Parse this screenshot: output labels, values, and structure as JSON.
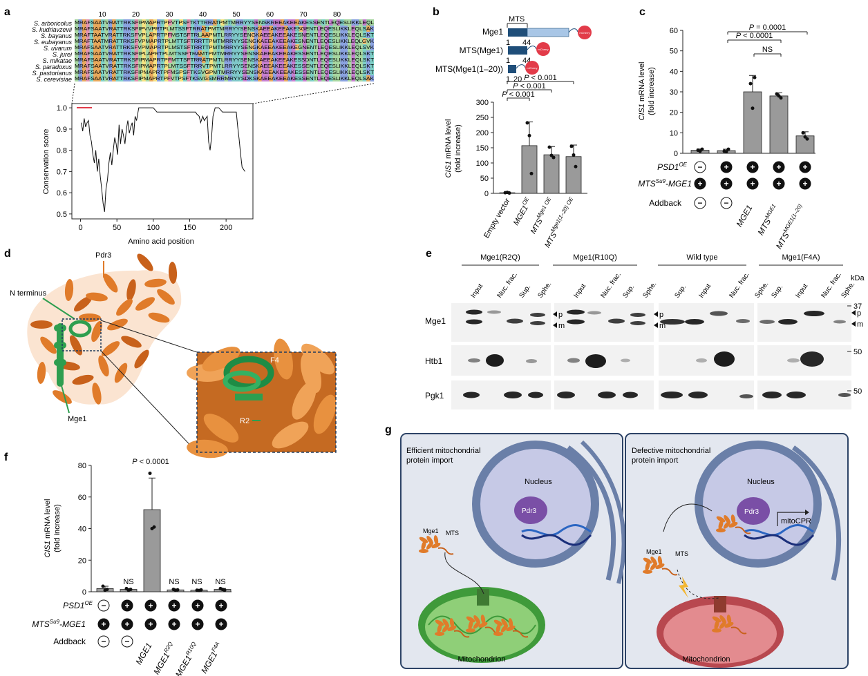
{
  "panels": {
    "a": "a",
    "b": "b",
    "c": "c",
    "d": "d",
    "e": "e",
    "f": "f",
    "g": "g"
  },
  "panel_a": {
    "species": [
      "S. arboricolus",
      "S. kudriavzevii",
      "S. bayanus",
      "S. eubayanus",
      "S. uvarum",
      "S. jurei",
      "S. mikatae",
      "S. paradoxus",
      "S. pastorianus",
      "S. cerevisiae"
    ],
    "sequences": [
      "MRAFSAATVRATTRKSFIPMAPRTPFVTPSFTKTTRRATPMTMRRYYSENSKREEAKEEAKESSENTLEQESLIKKLEQLSKTKTE",
      "MRAFSAATVRATTRKSFIPVVPRTPLMTSSFTRRATPMTMRRYYSENSKAEEAKEEAKESGENTLEQESLIKKLEQLSAKQKE",
      "MRAFTAATVRATTRKSFVPLAPRTPFMSTSFTRLAAPMTLRRYYSENGKAEEAKEEAKESNENTLEQESLIKKLEQLSKTKTE",
      "MRAFTAATMRATTRKSFVPMAPRTPLMTTSFTRRTTPMTMRRYYSENGKAEEAKEEAKESNENTLEQESLIKKLEQLGVKTKE",
      "MRAFSAATVRATTRKSFVPMAPRTPLMSTSFTRRTTPMTMRRYYSENGKAEEAKEEAKEGNENTLEQESLIKKLEQLSVKTKE",
      "MRAFSAATVRATTRKSFIPLAPRTPLMTSSFTRAMTPMTMRRYYSENSKAEEAKEEAKESSENTLEQESLIKKLEQLSKTKTE",
      "MRAFSAATVRATTRKSFIPMAPRTPFMTTSFTRRATPMTLRRYYSENSKAEEAKEEAKESSDNTLEQESLIKKLEQLSKTKTE",
      "MRAFSAATVRATTRKSFIPMAPRTPLMTSSFTRRVTPMTLRRYYSENSKAEEAKEEAKESSENTLEQESLIKKLEQLSKTKTE",
      "MRAFSAATVRATTRKSFIPMAPRTPFMSPSFTKSVGPMTMRRYYSENSKAEEAKEEAKESSENTLEQESLIKKLEQLSKTKTE",
      "MRAFSAATVRATTRKSFIPMAPRTPFVTPSFTKSVGSMRRMRYYSDKSKAEEAKEEAKESSENTLEQESLIKKLEQLSAKTKE"
    ],
    "ruler": [
      "10",
      "20",
      "30",
      "40",
      "50",
      "60",
      "70",
      "80"
    ],
    "chart_data": {
      "type": "line",
      "xlabel": "Amino acid position",
      "ylabel": "Conservation score",
      "xticks": [
        "0",
        "50",
        "100",
        "150",
        "200"
      ],
      "yticks": [
        "0.5",
        "0.6",
        "0.7",
        "0.8",
        "0.9",
        "1.0"
      ],
      "xlim": [
        -10,
        235
      ],
      "ylim": [
        0.48,
        1.02
      ],
      "x": [
        1,
        3,
        5,
        7,
        9,
        11,
        13,
        15,
        17,
        19,
        21,
        23,
        25,
        27,
        29,
        31,
        33,
        35,
        37,
        39,
        41,
        43,
        45,
        47,
        49,
        51,
        53,
        55,
        57,
        59,
        61,
        63,
        65,
        67,
        69,
        71,
        73,
        75,
        77,
        80,
        82,
        85,
        90,
        95,
        100,
        105,
        110,
        115,
        120,
        125,
        130,
        135,
        140,
        145,
        150,
        155,
        158,
        160,
        163,
        165,
        168,
        170,
        172,
        174,
        176,
        178,
        180,
        182,
        185,
        190,
        195,
        200,
        205,
        210,
        212,
        214,
        216,
        218,
        220,
        222,
        224,
        226
      ],
      "y": [
        0.93,
        0.89,
        0.95,
        0.91,
        0.93,
        0.94,
        0.87,
        0.84,
        0.78,
        0.74,
        0.8,
        0.7,
        0.76,
        0.68,
        0.62,
        0.55,
        0.51,
        0.62,
        0.66,
        0.74,
        0.79,
        0.73,
        0.8,
        0.86,
        0.83,
        0.78,
        0.92,
        0.83,
        0.9,
        0.87,
        0.83,
        0.9,
        0.94,
        0.88,
        0.91,
        0.93,
        0.87,
        0.96,
        0.94,
        1.0,
        1.0,
        1.0,
        1.0,
        1.0,
        1.0,
        0.98,
        0.98,
        0.98,
        0.98,
        0.98,
        0.98,
        0.98,
        0.98,
        0.98,
        0.98,
        0.98,
        0.98,
        0.97,
        0.96,
        0.93,
        0.96,
        0.94,
        0.95,
        0.96,
        0.84,
        0.8,
        0.86,
        0.96,
        1.0,
        1.0,
        0.98,
        0.98,
        0.98,
        0.98,
        0.98,
        0.98,
        0.91,
        0.85,
        0.78,
        0.72,
        0.71,
        0.7
      ]
    }
  },
  "panel_b": {
    "constructs": [
      "Mge1",
      "MTS(Mge1)",
      "MTS(Mge1(1–20))"
    ],
    "mts_label": "MTS",
    "tag": "mCherry",
    "nums": {
      "a1": "1",
      "a44": "44",
      "b1": "1",
      "b44": "44",
      "c1": "1",
      "c20": "20"
    },
    "chart_data": {
      "type": "bar",
      "categories": [
        "Empty vector",
        "MGE1 OE",
        "MTS Mge1 OE",
        "MTS Mge1(1–20) OE"
      ],
      "values": [
        2,
        157,
        127,
        121
      ],
      "errors": [
        1,
        78,
        27,
        38
      ],
      "points": [
        [
          2,
          3,
          1
        ],
        [
          232,
          190,
          65
        ],
        [
          152,
          125,
          118
        ],
        [
          155,
          126,
          88
        ]
      ],
      "ylabel": "CIS1 mRNA level (fold increase)",
      "yticks": [
        "0",
        "50",
        "100",
        "150",
        "200",
        "250",
        "300"
      ],
      "ylim": [
        0,
        300
      ],
      "pvalues": [
        "P < 0.001",
        "P < 0.001",
        "P < 0.001"
      ]
    },
    "xlabels": [
      "Empty vector",
      "MGE1",
      "MTS",
      "MTS"
    ],
    "xsup": {
      "mge1": "OE",
      "mts1": "Mge1 OE",
      "mts2": "Mge1(1–20) OE"
    }
  },
  "panel_c": {
    "chart_data": {
      "type": "bar",
      "categories": [
        "1",
        "2",
        "3",
        "4",
        "5"
      ],
      "values": [
        1.5,
        1.3,
        30,
        28,
        8.5
      ],
      "errors": [
        0.6,
        0.7,
        8,
        1.5,
        2
      ],
      "points": [
        [
          1.5,
          1.0,
          2.0
        ],
        [
          1.0,
          0.8,
          2.0
        ],
        [
          34,
          22,
          37
        ],
        [
          29,
          28,
          27
        ],
        [
          10,
          8,
          7
        ]
      ],
      "ylabel": "CIS1 mRNA level (fold increase)",
      "yticks": [
        "0",
        "10",
        "20",
        "30",
        "40",
        "50",
        "60"
      ],
      "ylim": [
        0,
        60
      ],
      "pvalues": [
        "P = 0.0001",
        "P < 0.0001",
        "NS"
      ]
    },
    "row_labels": {
      "psd1": "PSD1",
      "psd1_sup": "OE",
      "mts": "MTS",
      "mts_sup": "Su9",
      "mts_rest": "-MGE1",
      "addback": "Addback"
    },
    "psd1_signs": [
      "−",
      "+",
      "+",
      "+",
      "+"
    ],
    "mts_signs": [
      "+",
      "+",
      "+",
      "+",
      "+"
    ],
    "addback_signs": [
      "−",
      "−"
    ],
    "addback_labels": [
      "MGE1",
      "MTS",
      "MTS"
    ],
    "addback_sups": [
      "MGE1",
      "MGE1(1–20)"
    ]
  },
  "panel_d": {
    "labels": {
      "pdr3": "Pdr3",
      "nterm": "N terminus",
      "mge1": "Mge1",
      "f4": "F4",
      "r2": "R2"
    }
  },
  "panel_e": {
    "groups": [
      "Mge1(R2Q)",
      "Mge1(R10Q)",
      "Wild type",
      "Mge1(F4A)"
    ],
    "lanes": [
      [
        "Input",
        "Nuc. frac.",
        "Sup.",
        "Sphe."
      ],
      [
        "Input",
        "Nuc. frac.",
        "Sup.",
        "Sphe."
      ],
      [
        "Sup.",
        "Input",
        "Nuc. frac.",
        "Sphe."
      ],
      [
        "Sup.",
        "Input",
        "Nuc. frac.",
        "Sphe."
      ]
    ],
    "rows": [
      "Mge1",
      "Htb1",
      "Pgk1"
    ],
    "kda": "kDa",
    "markers": [
      "37",
      "50",
      "50"
    ],
    "p": "p",
    "m": "m"
  },
  "panel_f": {
    "chart_data": {
      "type": "bar",
      "categories": [
        "1",
        "2",
        "3",
        "4",
        "5",
        "6"
      ],
      "values": [
        2,
        1.5,
        52,
        1.2,
        1.0,
        1.5
      ],
      "errors": [
        1.5,
        0.5,
        20,
        0.4,
        0.3,
        0.6
      ],
      "points": [
        [
          3.5,
          1,
          1.5
        ],
        [
          2,
          1,
          1.5
        ],
        [
          75,
          40,
          41
        ],
        [
          1.5,
          1,
          1.2
        ],
        [
          1,
          0.8,
          1.2
        ],
        [
          2,
          1.5,
          1
        ]
      ],
      "ylabel": "CIS1 mRNA level (fold increase)",
      "yticks": [
        "0",
        "20",
        "40",
        "60",
        "80"
      ],
      "ylim": [
        0,
        80
      ],
      "annotations": [
        "NS",
        "P < 0.0001",
        "NS",
        "NS",
        "NS"
      ]
    },
    "psd1_signs": [
      "−",
      "+",
      "+",
      "+",
      "+",
      "+"
    ],
    "mts_signs": [
      "+",
      "+",
      "+",
      "+",
      "+",
      "+"
    ],
    "addback_signs": [
      "−",
      "−"
    ],
    "addback_labels": [
      "MGE1",
      "MGE1",
      "MGE1",
      "MGE1"
    ],
    "addback_sups": [
      "R2Q",
      "R10Q",
      "F4A"
    ]
  },
  "panel_g": {
    "left_title_1": "Efficient mitochondrial",
    "left_title_2": "protein import",
    "right_title_1": "Defective mitochondrial",
    "right_title_2": "protein import",
    "nucleus": "Nucleus",
    "pdr3": "Pdr3",
    "mito": "Mitochondrion",
    "mge1": "Mge1",
    "mts": "MTS",
    "mitocpr": "mitoCPR"
  },
  "colors": {
    "bar": "#9a9a9a",
    "mge1_green": "#2e9e4f",
    "pdr3_orange": "#e07b2a",
    "bg_panel": "#e3e7ef",
    "nucleus": "#c6c9e6",
    "mito_ok": "#8fcf78",
    "mito_bad": "#e38b8f"
  }
}
